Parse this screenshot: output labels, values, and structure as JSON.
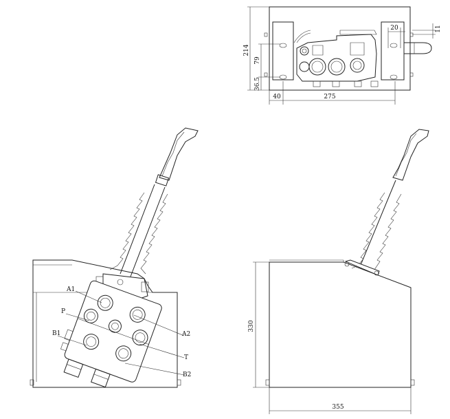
{
  "top_view": {
    "dim_width": "275",
    "dim_offset": "40",
    "dim_height": "214",
    "dim_mid": "79",
    "dim_low": "36.5",
    "dim_20": "20",
    "dim_11": "11"
  },
  "front_view": {
    "labels": {
      "a1": "A1",
      "p": "P",
      "b1": "B1",
      "a2": "A2",
      "t": "T",
      "b2": "B2"
    }
  },
  "side_view": {
    "dim_height": "330",
    "dim_width": "355"
  }
}
